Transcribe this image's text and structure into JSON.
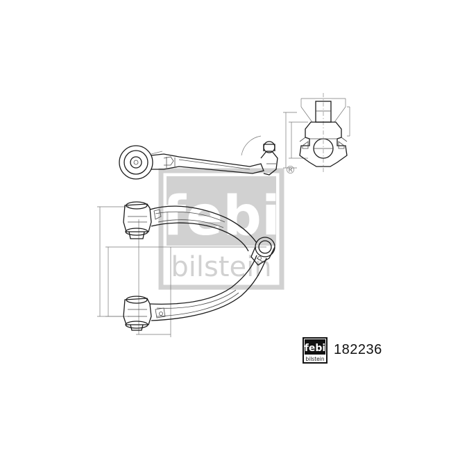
{
  "brand": {
    "logo_top": "febi",
    "logo_bottom": "bilstein",
    "registered_mark": "®"
  },
  "part_number": "182236",
  "colors": {
    "line": "#1a1a1a",
    "watermark": "#9a9a9a",
    "background": "#ffffff"
  }
}
